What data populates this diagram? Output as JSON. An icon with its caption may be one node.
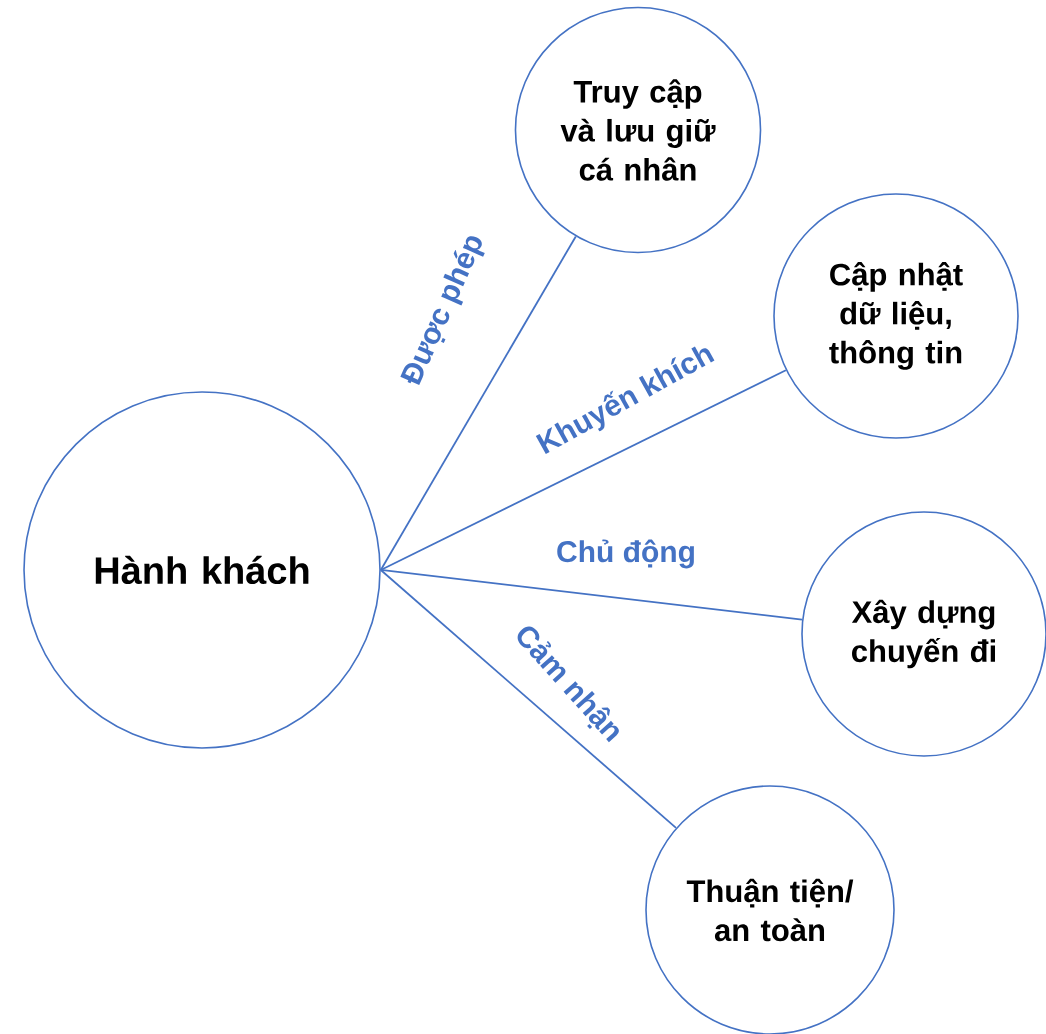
{
  "diagram": {
    "nodes": [
      {
        "text": [
          "Hành khách"
        ]
      },
      {
        "text": [
          "Truy cập và lưu giữ cá nhân"
        ]
      },
      {
        "text": [
          "Cập nhật dữ liệu, thông tin"
        ]
      },
      {
        "text": [
          "Xây dựng chuyến đi"
        ]
      },
      {
        "text": [
          "Thuận tiện/ an toàn"
        ]
      }
    ],
    "edges": [
      {
        "from": 0,
        "to": 1,
        "arrow": "none",
        "label": "Được phép"
      },
      {
        "from": 0,
        "to": 2,
        "arrow": "none",
        "label": "Khuyến khích"
      },
      {
        "from": 0,
        "to": 3,
        "arrow": "none",
        "label": "Chủ động"
      },
      {
        "from": 0,
        "to": 4,
        "arrow": "none",
        "label": "Cảm nhận"
      }
    ]
  }
}
